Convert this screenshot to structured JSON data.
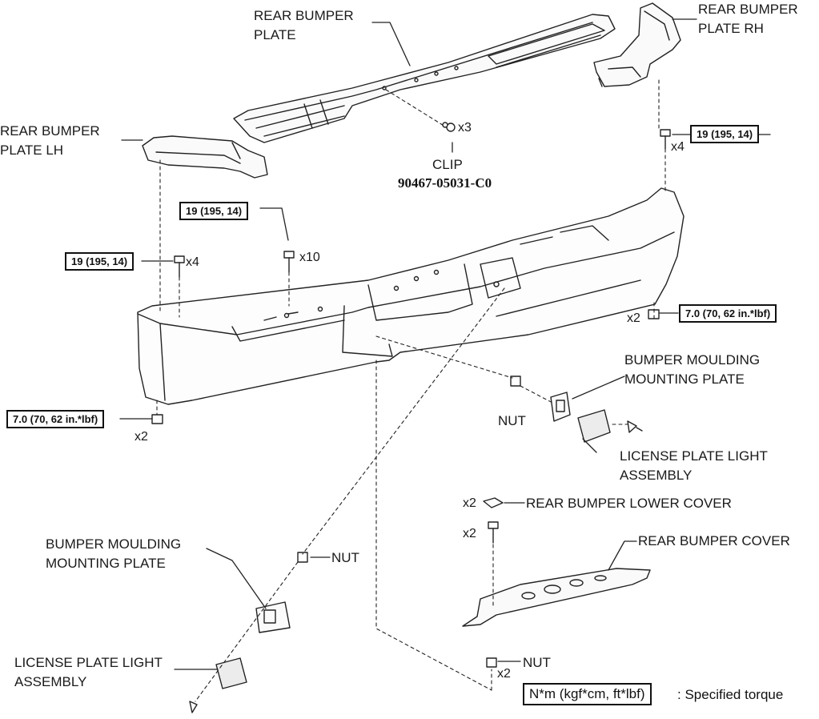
{
  "labels": {
    "rear_bumper_plate": "REAR BUMPER\nPLATE",
    "rear_bumper_plate_rh": "REAR BUMPER\nPLATE RH",
    "rear_bumper_plate_lh": "REAR BUMPER\nPLATE LH",
    "clip": "CLIP",
    "clip_part_number": "90467-05031-C0",
    "bumper_moulding_mounting_plate_right": "BUMPER MOULDING\nMOUNTING PLATE",
    "nut_right": "NUT",
    "license_plate_light_assembly_right": "LICENSE PLATE LIGHT\nASSEMBLY",
    "rear_bumper_lower_cover": "REAR BUMPER LOWER COVER",
    "rear_bumper_cover": "REAR BUMPER COVER",
    "bumper_moulding_mounting_plate_left": "BUMPER MOULDING\nMOUNTING PLATE",
    "nut_left": "NUT",
    "license_plate_light_assembly_left": "LICENSE PLATE LIGHT\nASSEMBLY",
    "nut_bottom": "NUT"
  },
  "torques": {
    "rh_bolt": "19 (195, 14)",
    "center_bolt": "19 (195, 14)",
    "lh_bolt": "19 (195, 14)",
    "right_nut": "7.0 (70, 62 in.*lbf)",
    "left_nut": "7.0 (70, 62 in.*lbf)"
  },
  "quantities": {
    "clip": "x3",
    "rh_bolt": "x4",
    "center_bolt": "x10",
    "lh_bolt": "x4",
    "right_nut": "x2",
    "left_nut": "x2",
    "lower_cover": "x2",
    "cover_bolt": "x2",
    "bottom_nut": "x2"
  },
  "legend": {
    "unit": "N*m (kgf*cm, ft*lbf)",
    "description": ": Specified torque"
  }
}
